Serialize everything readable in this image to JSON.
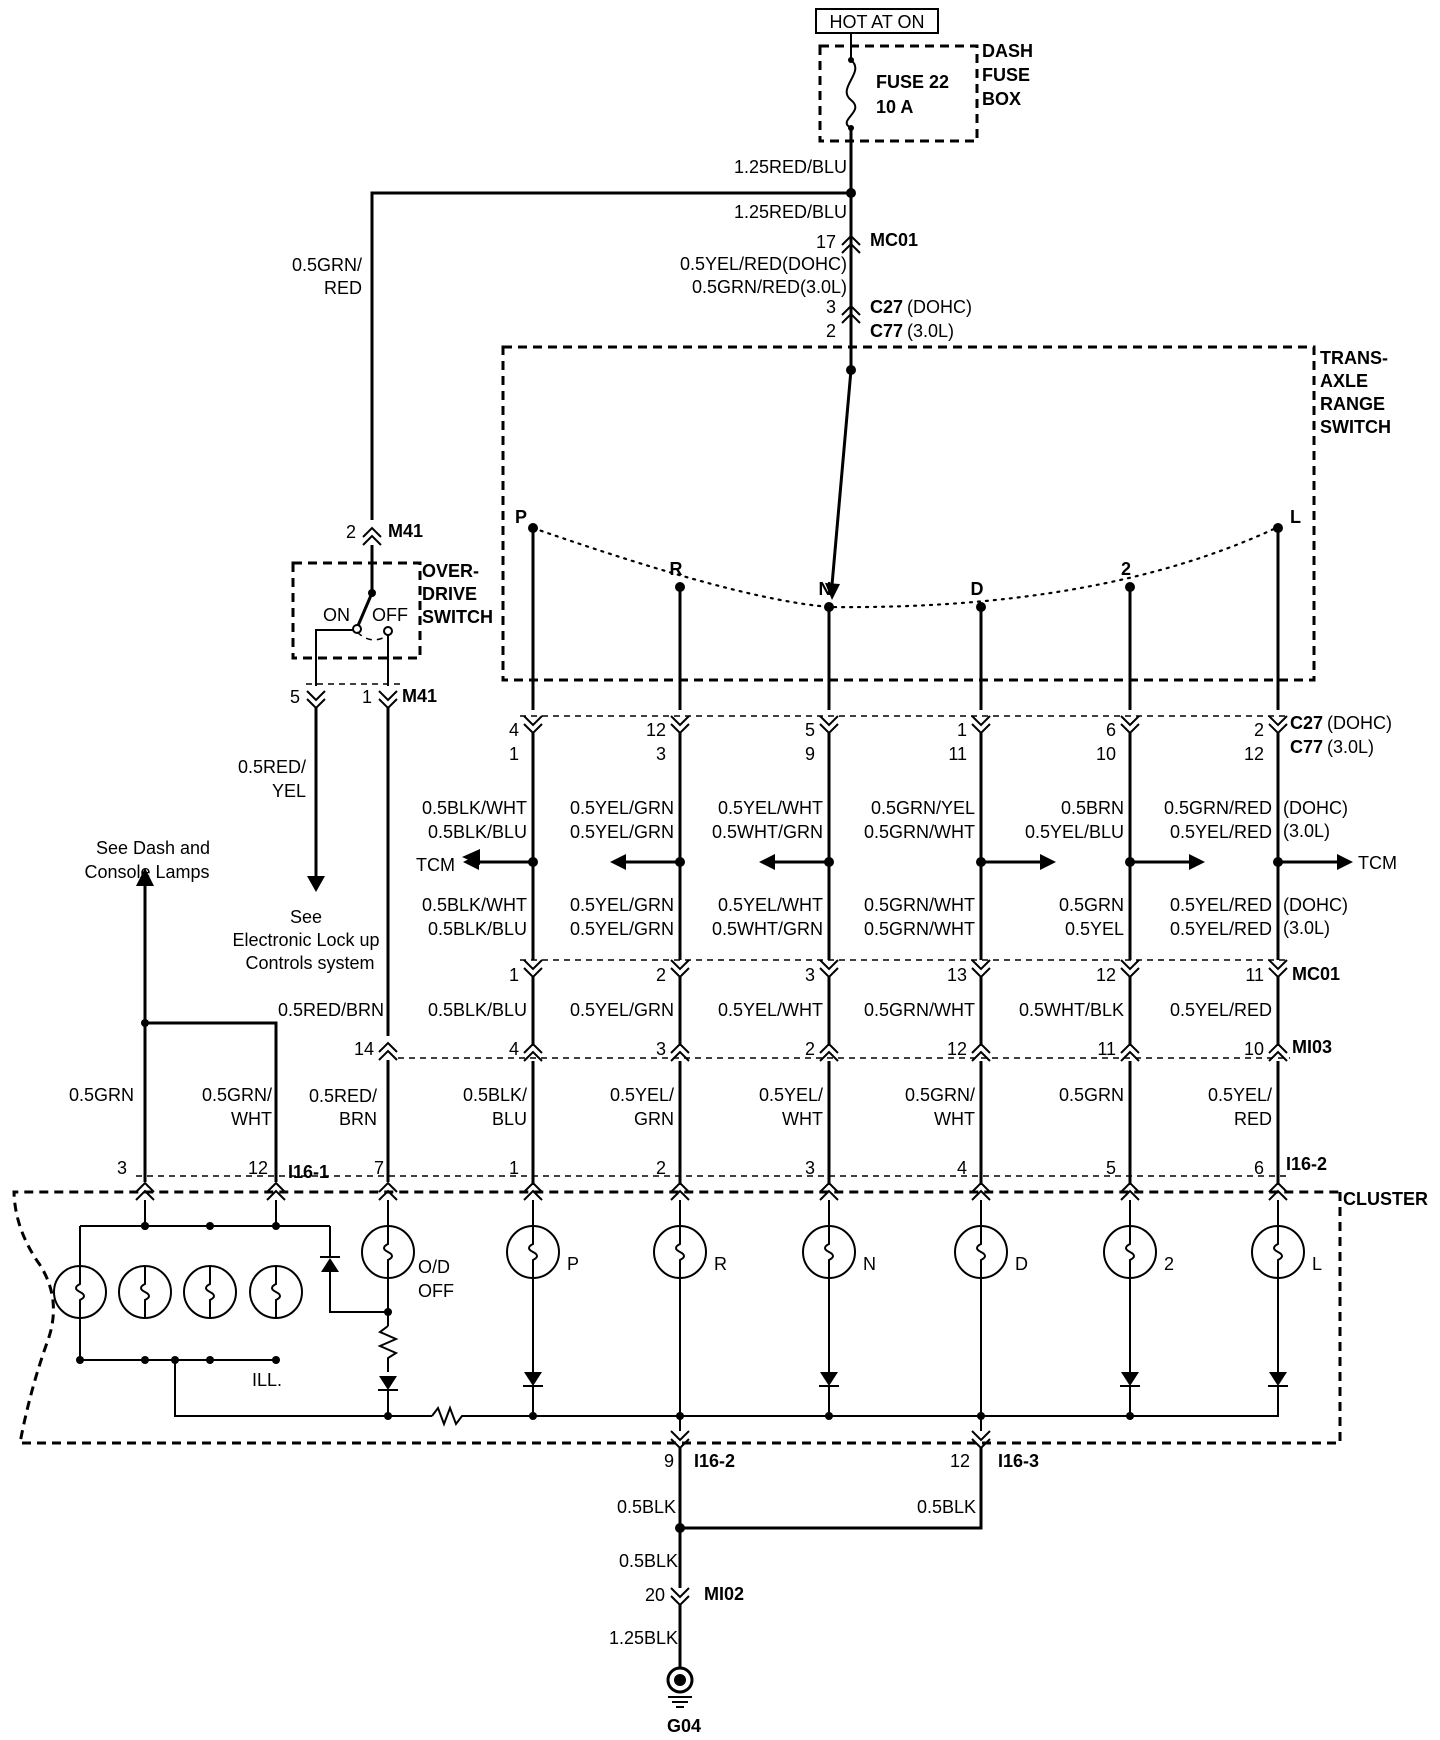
{
  "supply": {
    "hot_label": "HOT AT ON"
  },
  "fuse_box": {
    "name_l1": "DASH",
    "name_l2": "FUSE",
    "name_l3": "BOX",
    "fuse_name": "FUSE 22",
    "fuse_rating": "10 A"
  },
  "wires": {
    "w_main_a": "1.25RED/BLU",
    "w_main_b": "1.25RED/BLU",
    "w_left_l1": "0.5GRN/",
    "w_left_l2": "RED",
    "w_dohc": "0.5YEL/RED(DOHC)",
    "w_30l": "0.5GRN/RED(3.0L)",
    "w_redyel_l1": "0.5RED/",
    "w_redyel_l2": "YEL",
    "w_redbrn": "0.5RED/BRN",
    "w_redbrn2_l1": "0.5RED/",
    "w_redbrn2_l2": "BRN",
    "w_grn": "0.5GRN",
    "w_grnwht_l1": "0.5GRN/",
    "w_grnwht_l2": "WHT",
    "w_blk_a": "0.5BLK",
    "w_blk_b": "0.5BLK",
    "w_blk_c": "0.5BLK",
    "w_blk_d": "1.25BLK"
  },
  "connectors": {
    "mc01": "MC01",
    "mc01_pin": "17",
    "c27": "C27",
    "c27_suffix": "(DOHC)",
    "c27_pin": "3",
    "c77": "C77",
    "c77_suffix": "(3.0L)",
    "c77_pin": "2",
    "m41_top": "M41",
    "m41_top_pin": "2",
    "m41_bot": "M41",
    "m41_bot_pin5": "5",
    "m41_bot_pin1": "1",
    "c27b": "C27",
    "c27b_suffix": "(DOHC)",
    "c77b": "C77",
    "c77b_suffix": "(3.0L)",
    "mc01b": "MC01",
    "mi03": "MI03",
    "i16_1": "I16-1",
    "i16_1_pin3": "3",
    "i16_1_pin12": "12",
    "i16_2": "I16-2",
    "i16_2b": "I16-2",
    "i16_2b_pin": "9",
    "i16_3": "I16-3",
    "i16_3_pin": "12",
    "mi02": "MI02",
    "mi02_pin": "20",
    "pin_14": "14",
    "pin_7": "7"
  },
  "switches": {
    "trans_l1": "TRANS-",
    "trans_l2": "AXLE",
    "trans_l3": "RANGE",
    "trans_l4": "SWITCH",
    "od_l1": "OVER-",
    "od_l2": "DRIVE",
    "od_l3": "SWITCH",
    "od_on": "ON",
    "od_off": "OFF"
  },
  "notes": {
    "dash_l1": "See Dash and",
    "dash_l2": "Console Lamps",
    "elec_l1": "See",
    "elec_l2": "Electronic Lock up",
    "elec_l3": "Controls system",
    "tcm_left": "TCM",
    "tcm_right": "TCM"
  },
  "cluster": {
    "label": "CLUSTER",
    "ill": "ILL.",
    "od_l1": "O/D",
    "od_l2": "OFF"
  },
  "ground": {
    "label": "G04"
  },
  "suffix": {
    "dohc": "(DOHC)",
    "l30": "(3.0L)"
  },
  "columns": [
    {
      "pos": "P",
      "c27": "4",
      "c77": "1",
      "wa1": "0.5BLK/WHT",
      "wa2": "0.5BLK/BLU",
      "wb1": "0.5BLK/WHT",
      "wb2": "0.5BLK/BLU",
      "mc01": "1",
      "wc": "0.5BLK/BLU",
      "mi03": "4",
      "wd1": "0.5BLK/",
      "wd2": "BLU",
      "i16": "1",
      "lamp": "P"
    },
    {
      "pos": "R",
      "c27": "12",
      "c77": "3",
      "wa1": "0.5YEL/GRN",
      "wa2": "0.5YEL/GRN",
      "wb1": "0.5YEL/GRN",
      "wb2": "0.5YEL/GRN",
      "mc01": "2",
      "wc": "0.5YEL/GRN",
      "mi03": "3",
      "wd1": "0.5YEL/",
      "wd2": "GRN",
      "i16": "2",
      "lamp": "R"
    },
    {
      "pos": "N",
      "c27": "5",
      "c77": "9",
      "wa1": "0.5YEL/WHT",
      "wa2": "0.5WHT/GRN",
      "wb1": "0.5YEL/WHT",
      "wb2": "0.5WHT/GRN",
      "mc01": "3",
      "wc": "0.5YEL/WHT",
      "mi03": "2",
      "wd1": "0.5YEL/",
      "wd2": "WHT",
      "i16": "3",
      "lamp": "N"
    },
    {
      "pos": "D",
      "c27": "1",
      "c77": "11",
      "wa1": "0.5GRN/YEL",
      "wa2": "0.5GRN/WHT",
      "wb1": "0.5GRN/WHT",
      "wb2": "0.5GRN/WHT",
      "mc01": "13",
      "wc": "0.5GRN/WHT",
      "mi03": "12",
      "wd1": "0.5GRN/",
      "wd2": "WHT",
      "i16": "4",
      "lamp": "D"
    },
    {
      "pos": "2",
      "c27": "6",
      "c77": "10",
      "wa1": "0.5BRN",
      "wa2": "0.5YEL/BLU",
      "wb1": "0.5GRN",
      "wb2": "0.5YEL",
      "mc01": "12",
      "wc": "0.5WHT/BLK",
      "mi03": "11",
      "wd1": "0.5GRN",
      "wd2": "",
      "i16": "5",
      "lamp": "2"
    },
    {
      "pos": "L",
      "c27": "2",
      "c77": "12",
      "wa1": "0.5GRN/RED",
      "wa2": "0.5YEL/RED",
      "wb1": "0.5YEL/RED",
      "wb2": "0.5YEL/RED",
      "mc01": "11",
      "wc": "0.5YEL/RED",
      "mi03": "10",
      "wd1": "0.5YEL/",
      "wd2": "RED",
      "i16": "6",
      "lamp": "L"
    }
  ]
}
